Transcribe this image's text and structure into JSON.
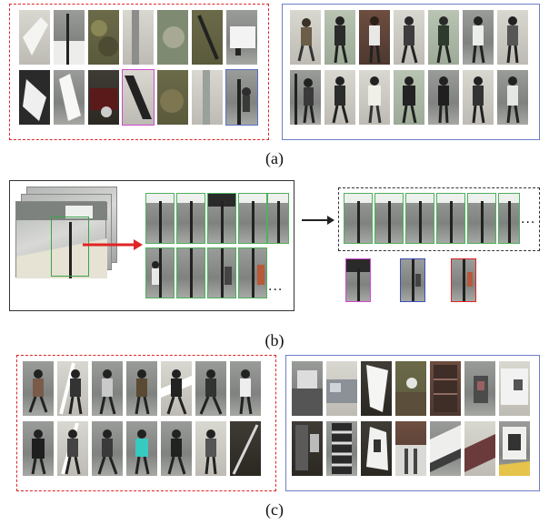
{
  "captions": {
    "a": "(a)",
    "b": "(b)",
    "c": "(c)"
  },
  "ellipsis": "..."
}
